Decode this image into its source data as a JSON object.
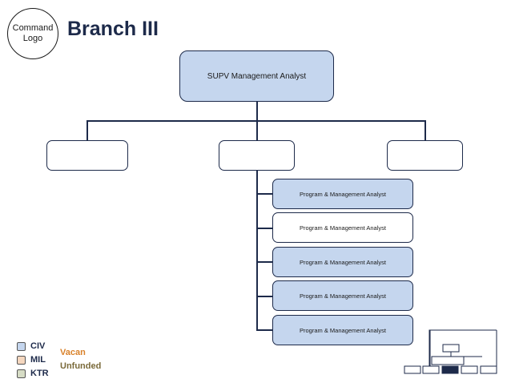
{
  "logo": {
    "line1": "Command",
    "line2": "Logo"
  },
  "title": "Branch III",
  "org": {
    "supervisor": "SUPV Management Analyst",
    "branches": [
      "",
      "",
      ""
    ],
    "analysts": [
      {
        "label": "Program & Management Analyst",
        "category": "CIV"
      },
      {
        "label": "Program & Management Analyst",
        "category": "none"
      },
      {
        "label": "Program & Management Analyst",
        "category": "CIV"
      },
      {
        "label": "Program & Management Analyst",
        "category": "CIV"
      },
      {
        "label": "Program & Management Analyst",
        "category": "CIV"
      }
    ]
  },
  "legend": {
    "items": [
      {
        "label": "CIV",
        "color": "#c5d6ee"
      },
      {
        "label": "MIL",
        "color": "#f5d7bf"
      },
      {
        "label": "KTR",
        "color": "#d6dcc5"
      }
    ],
    "vacant": {
      "label": "Vacan",
      "color": "#d9822b"
    },
    "unfunded": {
      "label": "Unfunded",
      "color": "#7a6a3a"
    }
  },
  "colors": {
    "line": "#1d2a4a",
    "civ": "#c5d6ee",
    "highlight": "#1d2a4a"
  }
}
